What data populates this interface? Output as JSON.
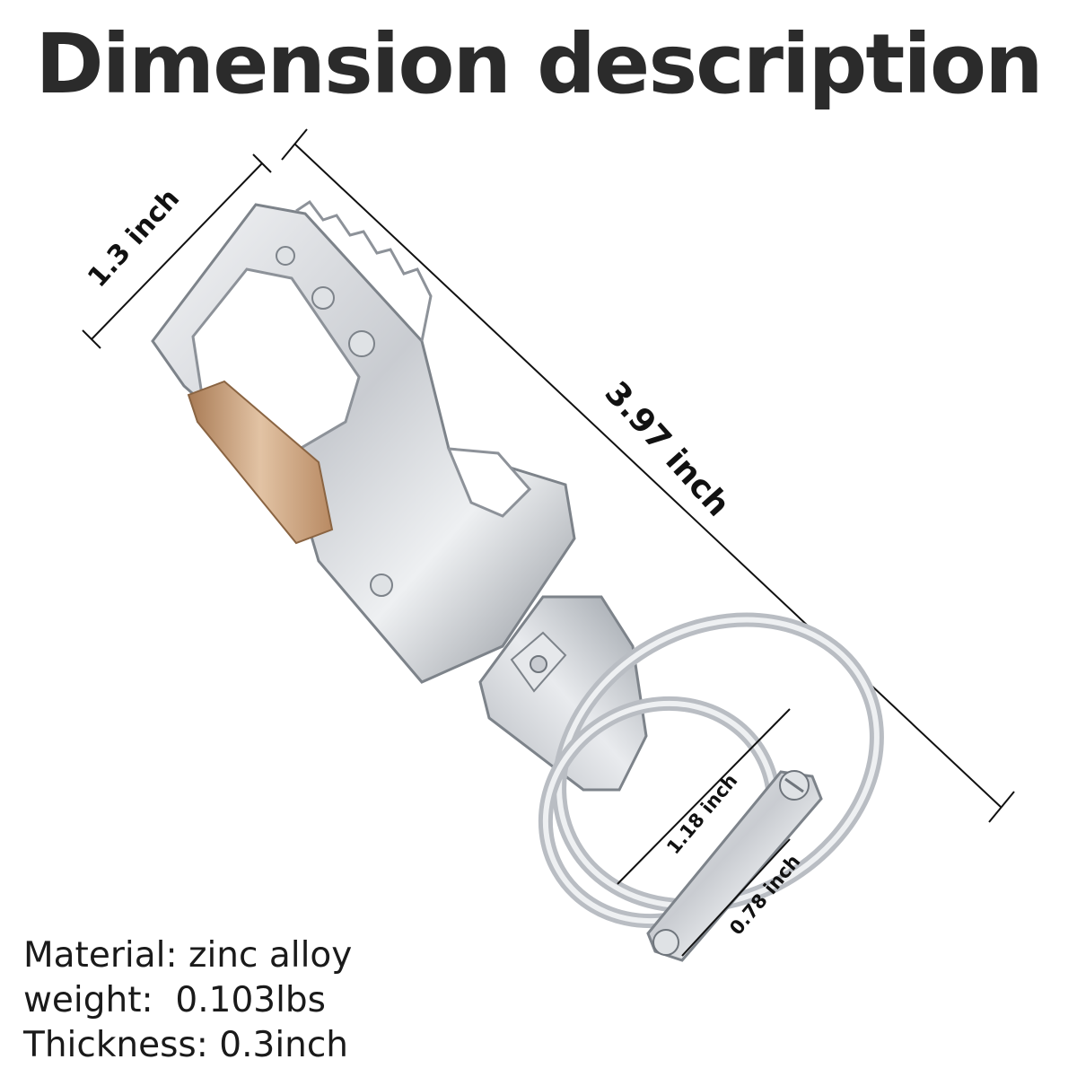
{
  "title": "Dimension description",
  "dimensions": {
    "width": "1.3 inch",
    "length": "3.97 inch",
    "ring_outer": "1.18 inch",
    "ring_inner": "0.78 inch"
  },
  "specs": {
    "material": "Material: zinc alloy",
    "weight": "weight:  0.103lbs",
    "thickness": "Thickness: 0.3inch"
  },
  "colors": {
    "metal": "#c9ccd1",
    "metal_dark": "#8d9299",
    "gate_bronze": "#c9a07a",
    "dimension_line": "#111111"
  }
}
